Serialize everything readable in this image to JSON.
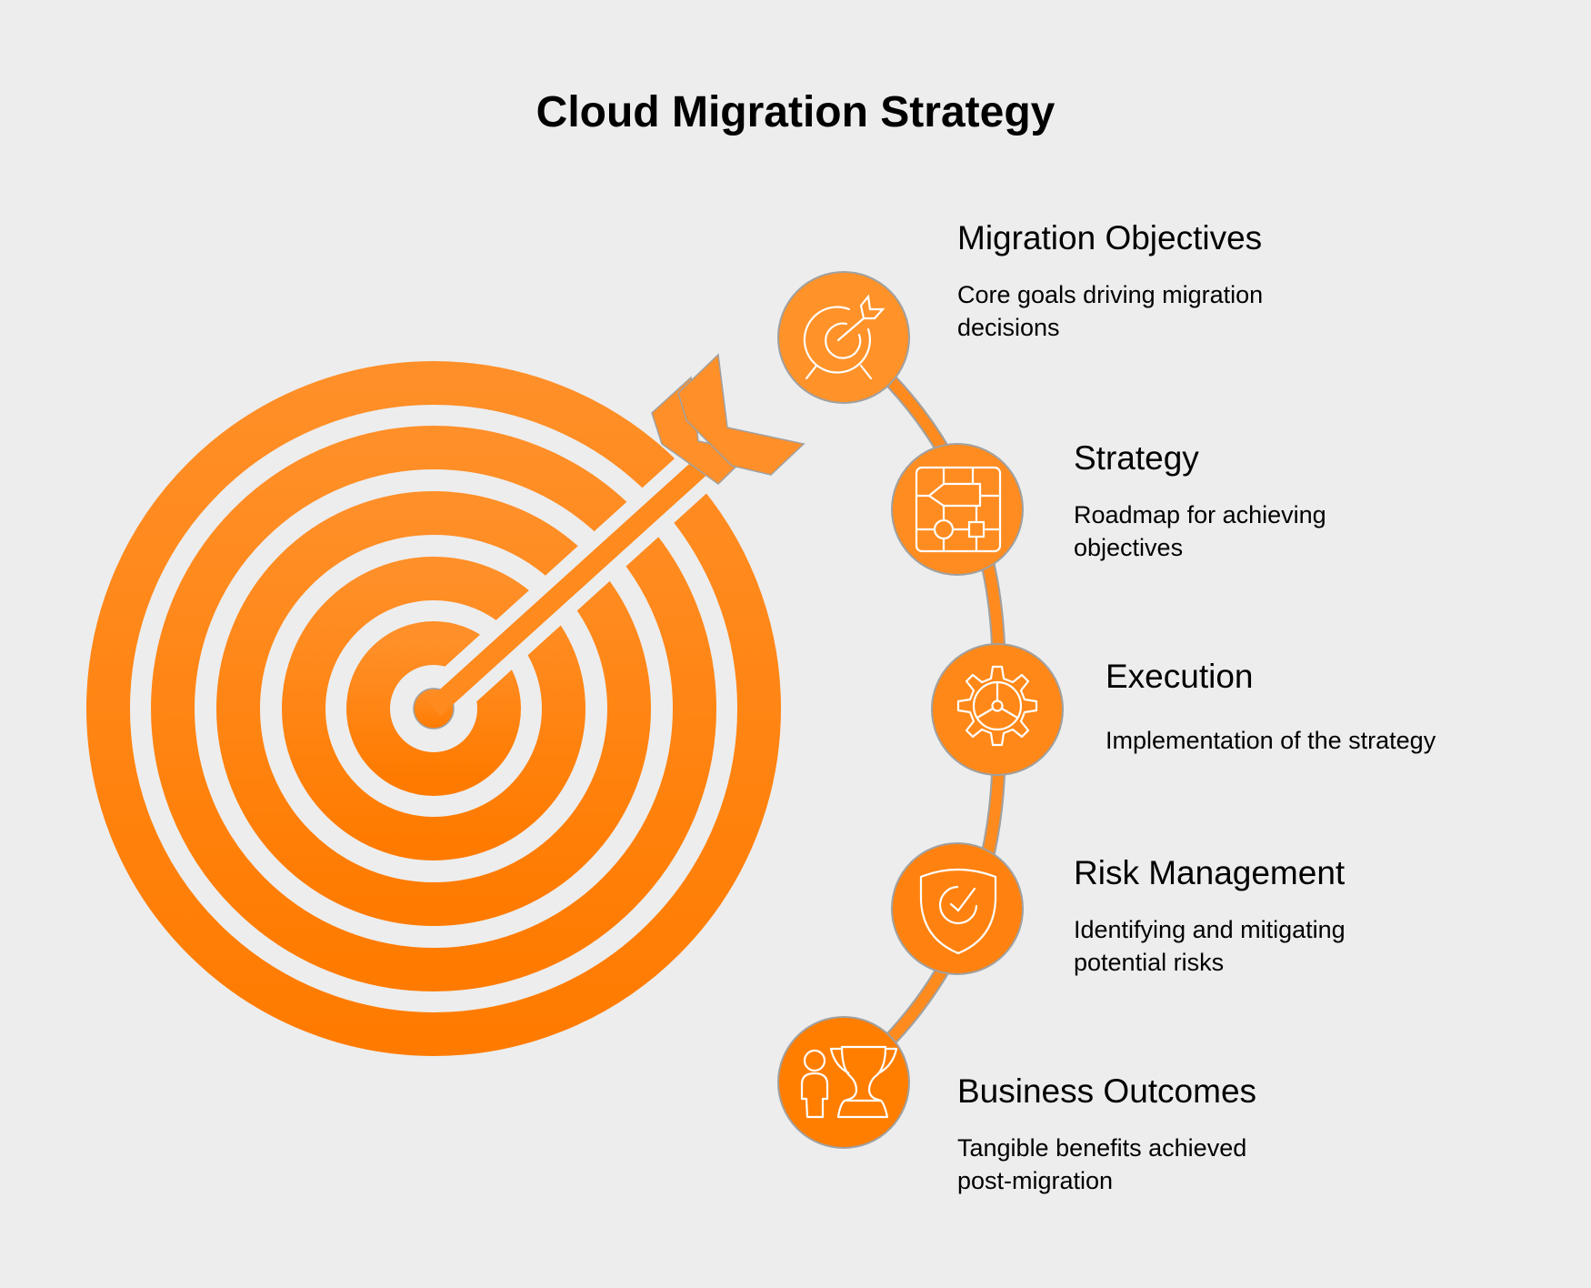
{
  "title": "Cloud Migration Strategy",
  "colors": {
    "background": "#EDEDED",
    "orange_light": "#FF8F28",
    "orange_dark": "#FF7B00",
    "outline": "#A0A0A0",
    "icon_stroke": "#FFFFFF",
    "text": "#000000"
  },
  "central_graphic": {
    "icon": "target-with-arrow-icon",
    "rings": 6
  },
  "items": [
    {
      "heading": "Migration Objectives",
      "description": "Core goals driving migration decisions",
      "icon": "target-icon"
    },
    {
      "heading": "Strategy",
      "description": "Roadmap for achieving objectives",
      "icon": "flowchart-icon"
    },
    {
      "heading": "Execution",
      "description": "Implementation of the strategy",
      "icon": "gear-icon"
    },
    {
      "heading": "Risk Management",
      "description": "Identifying and mitigating potential risks",
      "icon": "shield-check-icon"
    },
    {
      "heading": "Business Outcomes",
      "description": "Tangible benefits achieved post-migration",
      "icon": "person-trophy-icon"
    }
  ]
}
